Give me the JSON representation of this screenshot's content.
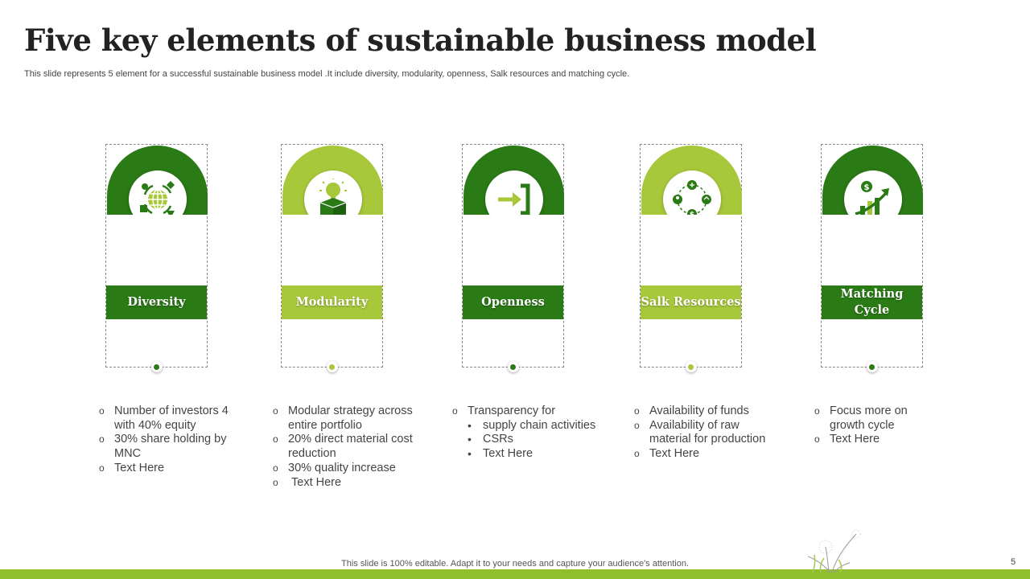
{
  "slide": {
    "title": "Five key elements of sustainable business model",
    "subtitle": "This slide represents 5 element for a successful sustainable business model .It include diversity, modularity, openness, Salk resources and matching cycle.",
    "footer": "This slide is 100% editable. Adapt it to your needs and capture your audience's attention.",
    "page_number": "5"
  },
  "colors": {
    "dark_green": "#2a7a16",
    "light_green": "#a8c83c"
  },
  "cards": [
    {
      "label": "Diversity",
      "tone": "dark",
      "icon": "globe-cycle-icon",
      "bullets": [
        "Number of investors 4 with 40% equity",
        "30% share holding by MNC",
        "Text Here"
      ]
    },
    {
      "label": "Modularity",
      "tone": "light",
      "icon": "lightbulb-box-icon",
      "bullets": [
        "Modular strategy across entire portfolio",
        "20% direct  material cost reduction",
        "30% quality increase",
        "Text Here"
      ]
    },
    {
      "label": "Openness",
      "tone": "dark",
      "icon": "enter-arrow-icon",
      "bullets": [
        "Transparency for"
      ],
      "sub_bullets": [
        "supply chain activities",
        "CSRs",
        "Text Here"
      ]
    },
    {
      "label": "Salk Resources",
      "tone": "light",
      "icon": "resource-cycle-icon",
      "bullets": [
        "Availability  of funds",
        "Availability  of raw material for production",
        "Text Here"
      ]
    },
    {
      "label": "Matching Cycle",
      "tone": "dark",
      "icon": "growth-chart-icon",
      "bullets": [
        "Focus more on growth cycle",
        "Text Here"
      ]
    }
  ]
}
